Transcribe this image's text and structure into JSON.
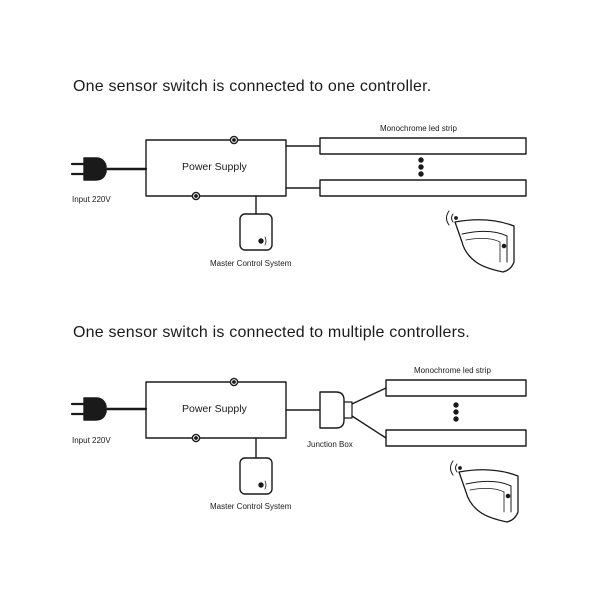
{
  "diagram1": {
    "title": "One sensor switch is connected to one controller.",
    "power_supply": "Power Supply",
    "input": "Input 220V",
    "led_strip": "Monochrome led strip",
    "master_control": "Master Control System"
  },
  "diagram2": {
    "title": "One sensor switch is connected to multiple controllers.",
    "power_supply": "Power Supply",
    "input": "Input 220V",
    "led_strip": "Monochrome led strip",
    "junction_box": "Junction Box",
    "master_control": "Master Control System"
  }
}
